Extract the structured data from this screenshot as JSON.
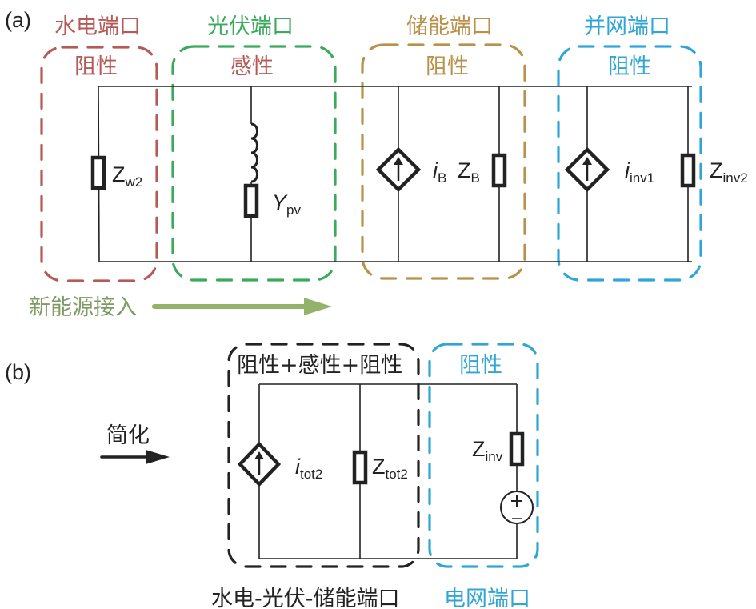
{
  "panels": {
    "a_label": "(a)",
    "b_label": "(b)"
  },
  "colors": {
    "hydro": "#b55a57",
    "pv": "#3aaa5c",
    "storage": "#b8914a",
    "grid": "#2fa6d6",
    "arrow_green": "#93b26c",
    "text_green": "#7f9a63",
    "black": "#222222"
  },
  "panel_a": {
    "ports": [
      {
        "title": "水电端口",
        "type": "阻性"
      },
      {
        "title": "光伏端口",
        "type": "感性"
      },
      {
        "title": "储能端口",
        "type": "阻性"
      },
      {
        "title": "并网端口",
        "type": "阻性"
      }
    ],
    "components": {
      "zw2": {
        "main": "Z",
        "sub": "w2"
      },
      "ypv": {
        "main": "Y",
        "sub": "pv"
      },
      "ib": {
        "main": "i",
        "sub": "B"
      },
      "zb": {
        "main": "Z",
        "sub": "B"
      },
      "iinv1": {
        "main": "i",
        "sub": "inv1"
      },
      "zinv2": {
        "main": "Z",
        "sub": "inv2"
      }
    },
    "arrow_label": "新能源接入"
  },
  "panel_b": {
    "simplify_label": "简化",
    "left_type": "阻性+感性+阻性",
    "right_type": "阻性",
    "left_port": "水电-光伏-储能端口",
    "right_port": "电网端口",
    "components": {
      "itot2": {
        "main": "i",
        "sub": "tot2"
      },
      "ztot2": {
        "main": "Z",
        "sub": "tot2"
      },
      "zinv": {
        "main": "Z",
        "sub": "inv"
      }
    }
  }
}
